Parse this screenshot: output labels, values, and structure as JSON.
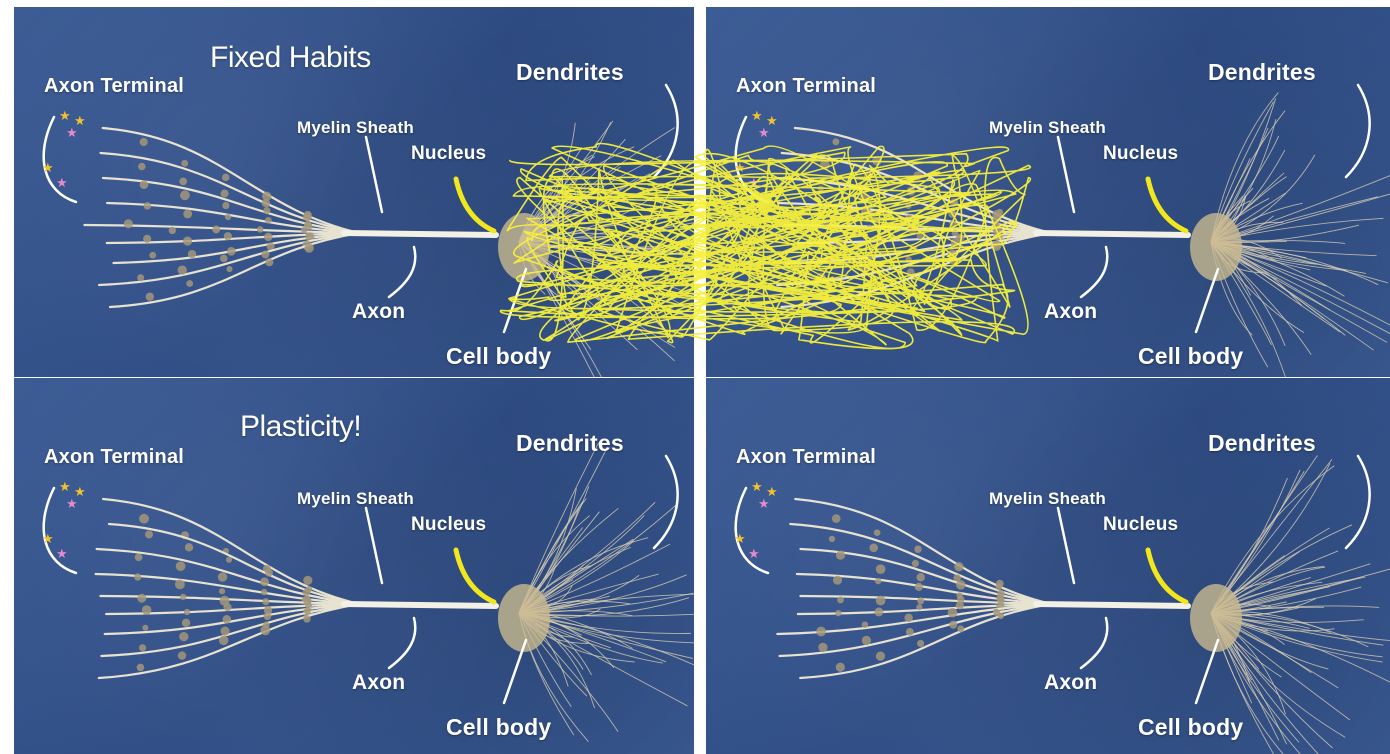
{
  "captions": {
    "top_left": "Fixed Habits",
    "bottom_left": "Plasticity!"
  },
  "labels": {
    "axon_terminal": "Axon Terminal",
    "myelin_sheath": "Myelin Sheath",
    "nucleus": "Nucleus",
    "dendrites": "Dendrites",
    "axon": "Axon",
    "cell_body": "Cell body"
  },
  "colors": {
    "background_blue": "#34548c",
    "label_white": "#ffffff",
    "nucleus_arrow_yellow": "#f2e61c",
    "scribble_yellow": "#f5f03a"
  }
}
